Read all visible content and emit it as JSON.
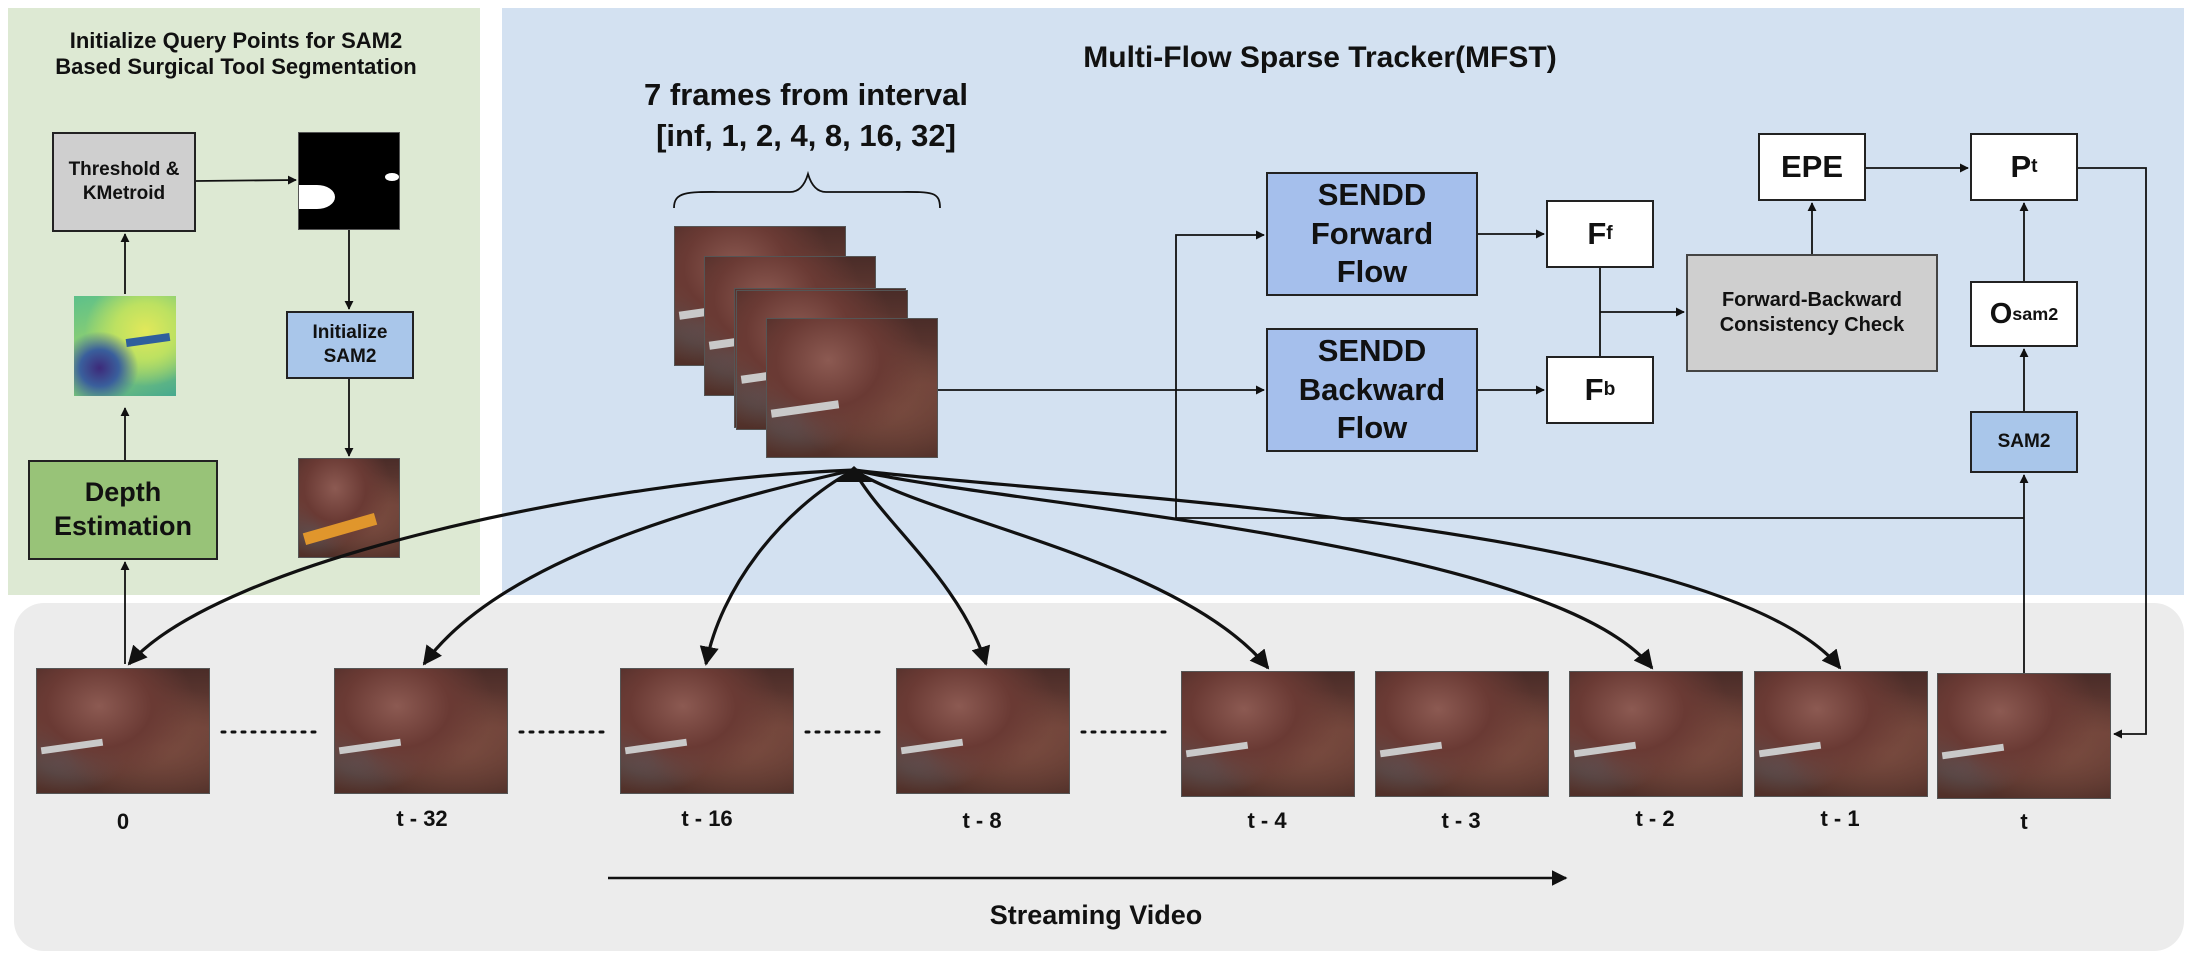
{
  "left_panel": {
    "title": "Initialize Query Points for SAM2 Based Surgical Tool Segmentation",
    "threshold_box": "Threshold & KMetroid",
    "initialize_box": "Initialize SAM2",
    "depth_box": "Depth Estimation"
  },
  "mfst_panel": {
    "title": "Multi-Flow Sparse Tracker(MFST)",
    "frames_caption_line1": "7 frames from interval",
    "frames_caption_line2": "[inf, 1, 2, 4, 8, 16, 32]",
    "forward_flow": "SENDD Forward Flow",
    "backward_flow": "SENDD Backward Flow",
    "ff": {
      "main": "F",
      "sub": "f"
    },
    "fb": {
      "main": "F",
      "sub": "b"
    },
    "consistency_box": "Forward-Backward Consistency Check",
    "epe_box": "EPE",
    "pt": {
      "main": "P",
      "sub": "t"
    },
    "osam2": {
      "main": "O",
      "sub": "sam2"
    },
    "sam2_box": "SAM2"
  },
  "video": {
    "frame_labels": [
      "0",
      "t - 32",
      "t - 16",
      "t - 8",
      "t - 4",
      "t - 3",
      "t - 2",
      "t - 1",
      "t"
    ],
    "streaming_label": "Streaming Video"
  }
}
